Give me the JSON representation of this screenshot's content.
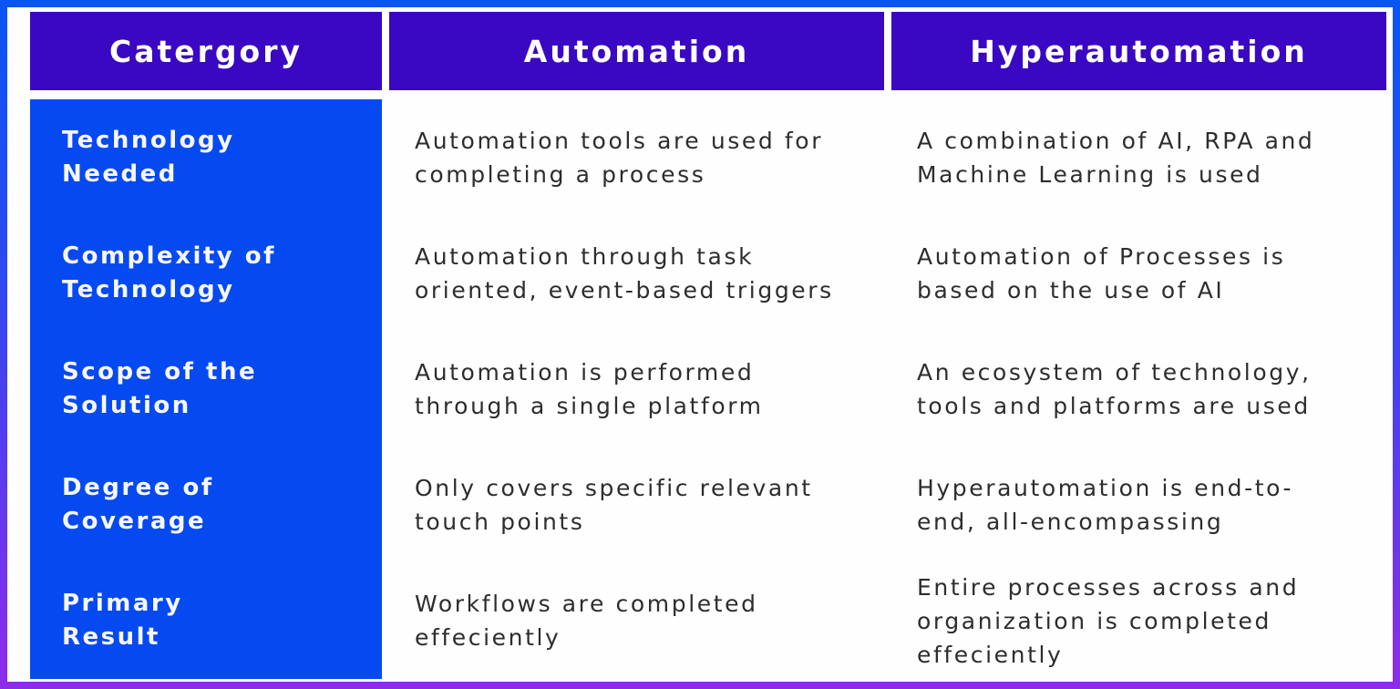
{
  "colors": {
    "border_gradient_top": "#0A55F2",
    "border_gradient_bottom": "#8E2CE9",
    "header_bg": "#3A07C3",
    "category_column_bg": "#0549F1",
    "header_text": "#FFFFFF",
    "category_text": "#F7F7FA",
    "body_text": "#2D2D2D",
    "page_bg": "#FEFEFE"
  },
  "chart_data": {
    "type": "table",
    "columns": [
      "Catergory",
      "Automation",
      "Hyperautomation"
    ],
    "rows": [
      {
        "category": "Technology\nNeeded",
        "automation": "Automation tools are used for\ncompleting a process",
        "hyperautomation": "A combination of AI, RPA and\nMachine Learning is used"
      },
      {
        "category": "Complexity of\nTechnology",
        "automation": "Automation through task\noriented, event-based triggers",
        "hyperautomation": "Automation of Processes is\nbased on the use of AI"
      },
      {
        "category": "Scope of the\nSolution",
        "automation": "Automation is performed\nthrough a single platform",
        "hyperautomation": "An ecosystem of technology,\ntools and platforms are used"
      },
      {
        "category": "Degree of\nCoverage",
        "automation": "Only covers specific relevant\ntouch points",
        "hyperautomation": "Hyperautomation is end-to-\nend, all-encompassing"
      },
      {
        "category": "Primary\nResult",
        "automation": "Workflows are completed\neffeciently",
        "hyperautomation": "Entire processes across and\norganization is completed\neffeciently"
      }
    ]
  }
}
